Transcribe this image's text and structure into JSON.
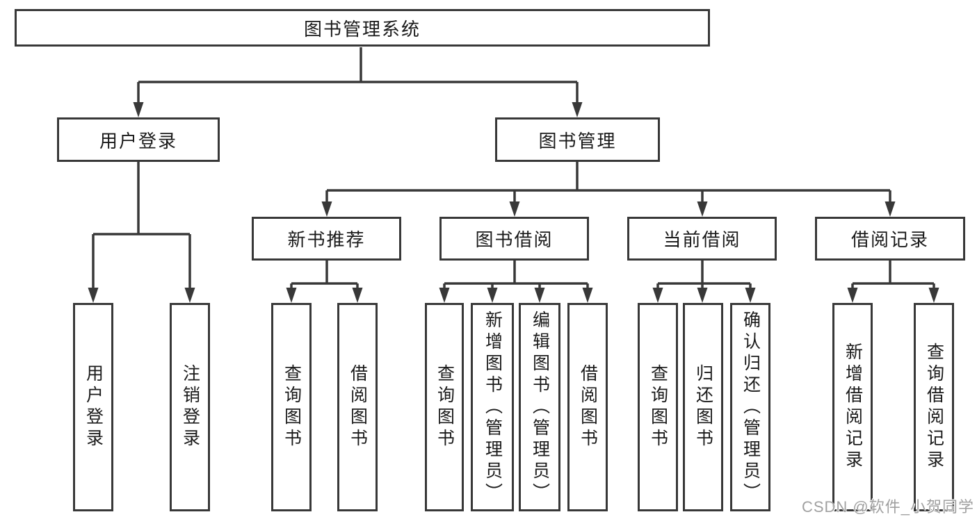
{
  "diagram": {
    "root": {
      "label": "图书管理系统",
      "children": [
        {
          "label": "用户登录",
          "children": [
            {
              "label": "用户登录"
            },
            {
              "label": "注销登录"
            }
          ]
        },
        {
          "label": "图书管理",
          "children": [
            {
              "label": "新书推荐",
              "children": [
                {
                  "label": "查询图书"
                },
                {
                  "label": "借阅图书"
                }
              ]
            },
            {
              "label": "图书借阅",
              "children": [
                {
                  "label": "查询图书"
                },
                {
                  "label": "新增图书（管理员）"
                },
                {
                  "label": "编辑图书（管理员）"
                },
                {
                  "label": "借阅图书"
                }
              ]
            },
            {
              "label": "当前借阅",
              "children": [
                {
                  "label": "查询图书"
                },
                {
                  "label": "归还图书"
                },
                {
                  "label": "确认归还（管理员）"
                }
              ]
            },
            {
              "label": "借阅记录",
              "children": [
                {
                  "label": "新增借阅记录"
                },
                {
                  "label": "查询借阅记录"
                }
              ]
            }
          ]
        }
      ]
    }
  },
  "watermark": "CSDN @软件_小贺同学",
  "colors": {
    "line": "#383838",
    "text": "#1a1a1a",
    "watermark": "#a0a0a0",
    "background": "#ffffff"
  }
}
